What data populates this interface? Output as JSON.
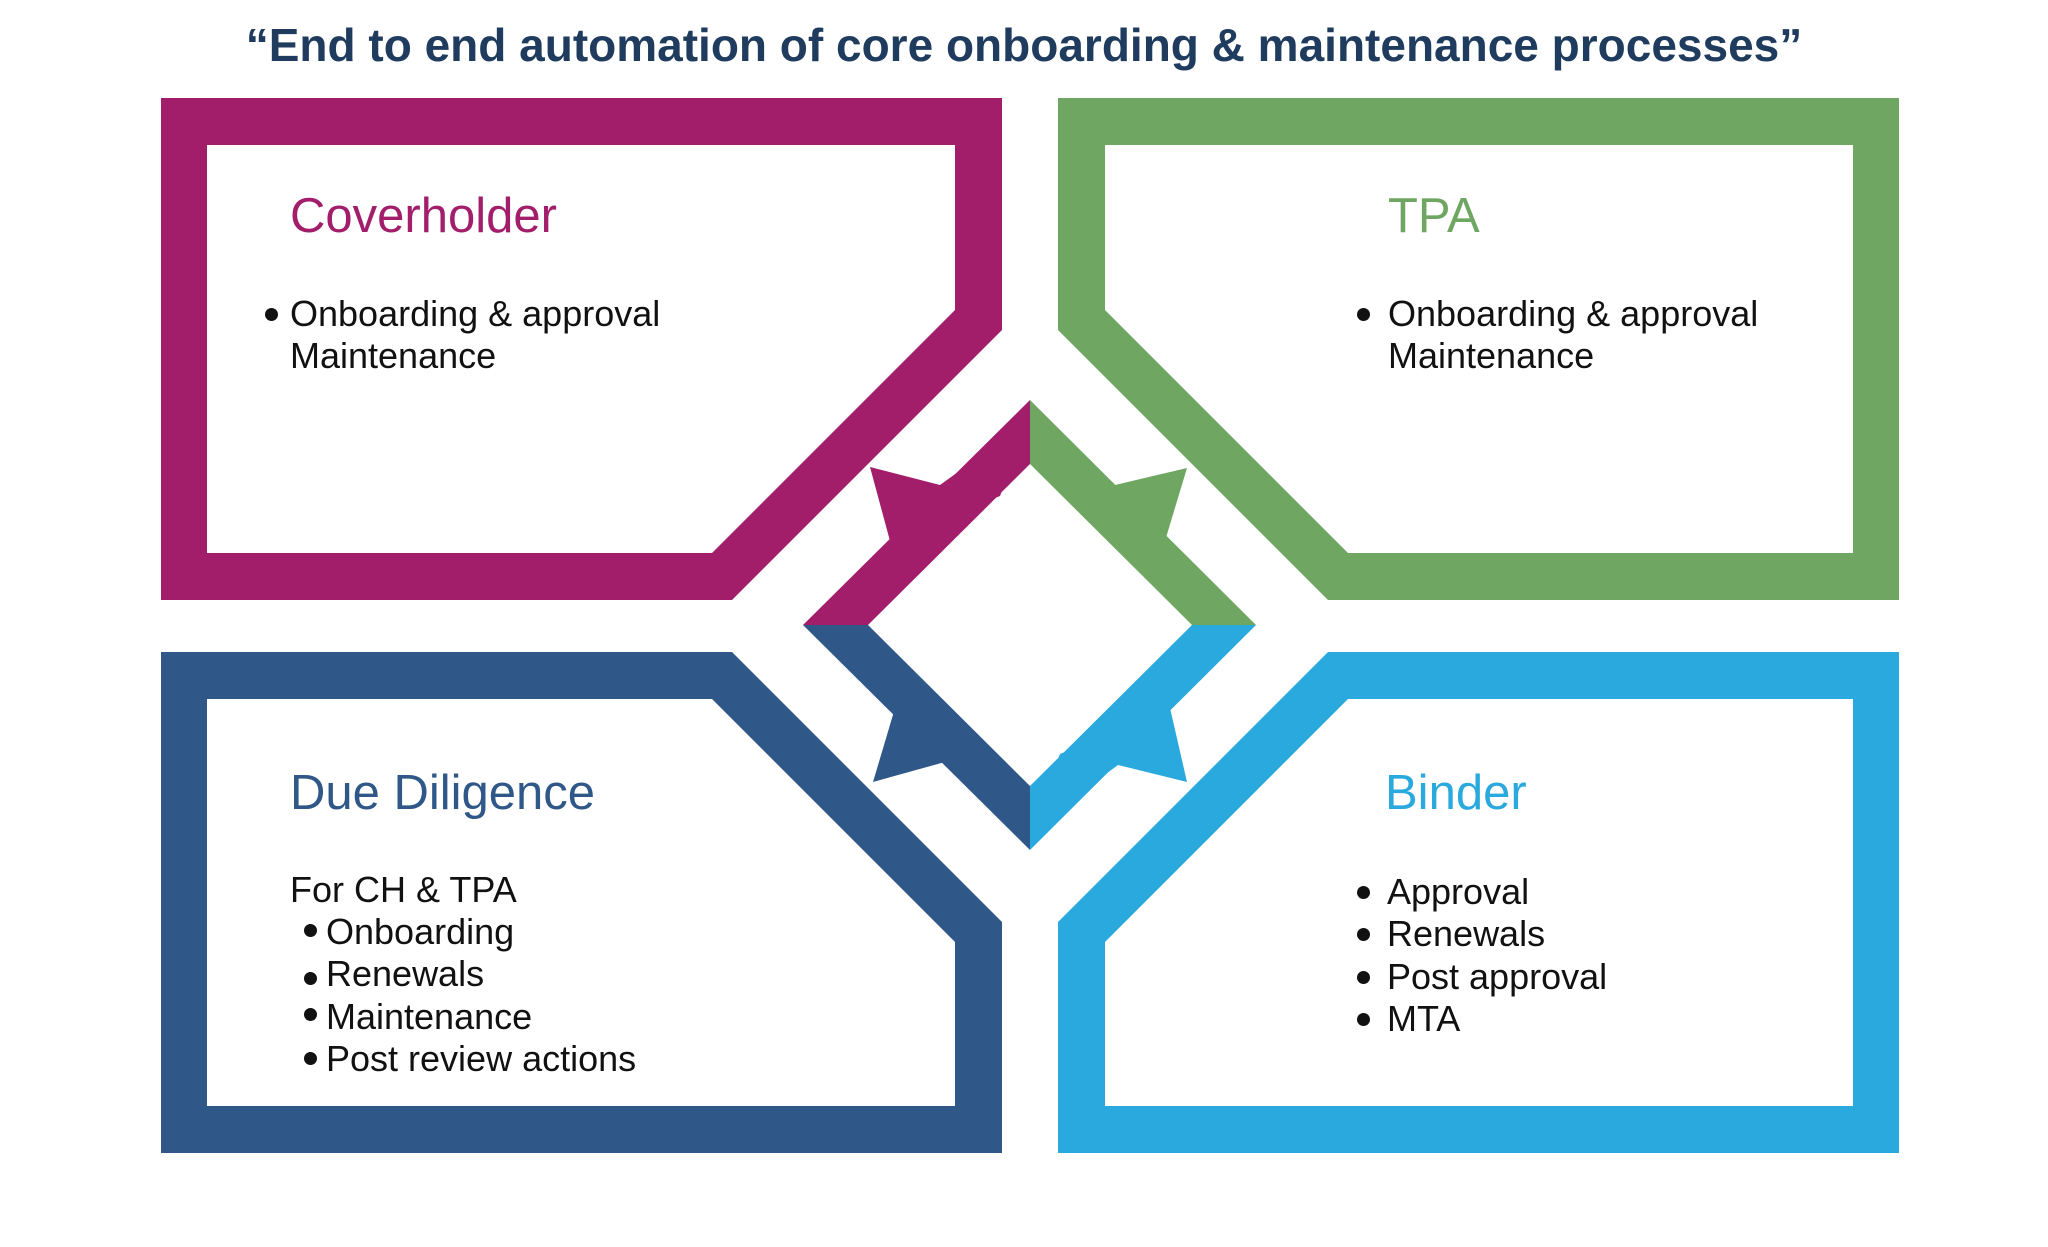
{
  "title": "“End to end automation of core onboarding & maintenance processes”",
  "colors": {
    "coverholder": "#a21e6b",
    "tpa": "#6ea662",
    "due_diligence": "#2f5888",
    "binder": "#29a9dd",
    "title": "#1f3b5e"
  },
  "coverholder": {
    "heading": "Coverholder",
    "bullets": [
      "Onboarding & approval",
      "Maintenance"
    ]
  },
  "tpa": {
    "heading": "TPA",
    "bullets": [
      "Onboarding & approval",
      "Maintenance"
    ]
  },
  "due_diligence": {
    "heading": "Due Diligence",
    "intro": "For CH & TPA",
    "bullets": [
      "Onboarding",
      "Renewals",
      "Maintenance",
      "Post review actions"
    ]
  },
  "binder": {
    "heading": "Binder",
    "bullets": [
      "Approval",
      "Renewals",
      "Post approval",
      "MTA"
    ]
  }
}
